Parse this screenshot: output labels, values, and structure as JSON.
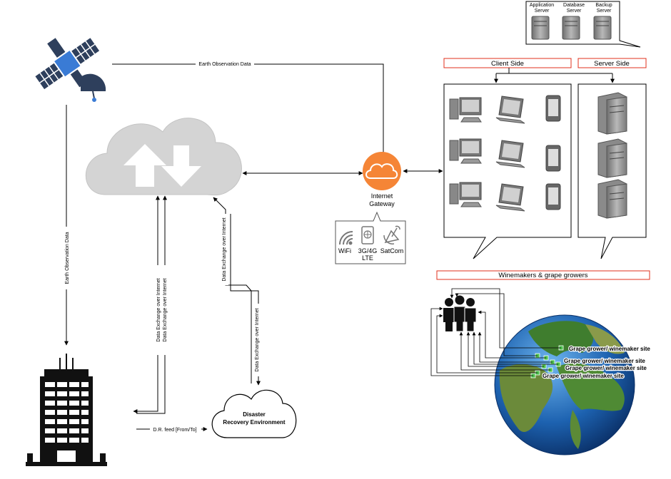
{
  "top_servers": [
    {
      "label_line1": "Application",
      "label_line2": "Server"
    },
    {
      "label_line1": "Database",
      "label_line2": "Server"
    },
    {
      "label_line1": "Backup",
      "label_line2": "Server"
    }
  ],
  "client_side": {
    "title": "Client Side"
  },
  "server_side": {
    "title": "Server Side"
  },
  "satellite_link": {
    "label": "Earth Observation Data"
  },
  "vertical_link": {
    "label": "Earth Observation Data"
  },
  "gateway": {
    "line1": "Internet",
    "line2": "Gateway"
  },
  "connectivity": [
    {
      "label_line1": "WiFi",
      "label_line2": ""
    },
    {
      "label_line1": "3G/4G",
      "label_line2": "LTE"
    },
    {
      "label_line1": "SatCom",
      "label_line2": ""
    }
  ],
  "data_exchange": {
    "label": "Data Exchange over Internet"
  },
  "disaster_recovery": {
    "line1": "Disaster",
    "line2": "Recovery Environment"
  },
  "dr_feed": {
    "label": "D.R. feed [From/To]"
  },
  "winemakers": {
    "title": "Winemakers & grape growers"
  },
  "grower_sites": [
    {
      "label": "Grape grower/ winemaker site"
    },
    {
      "label": "Grape grower/ winemaker site"
    },
    {
      "label": "Grape grower/ winemaker site"
    },
    {
      "label": "Grape grower/ winemaker site"
    }
  ],
  "colors": {
    "accent_orange": "#f58536",
    "red_border": "#e0301e",
    "satellite_blue": "#3a7bd5",
    "navy": "#2e3f5c",
    "cloud_gray": "#d4d4d4",
    "device_gray": "#9a9a9a"
  }
}
